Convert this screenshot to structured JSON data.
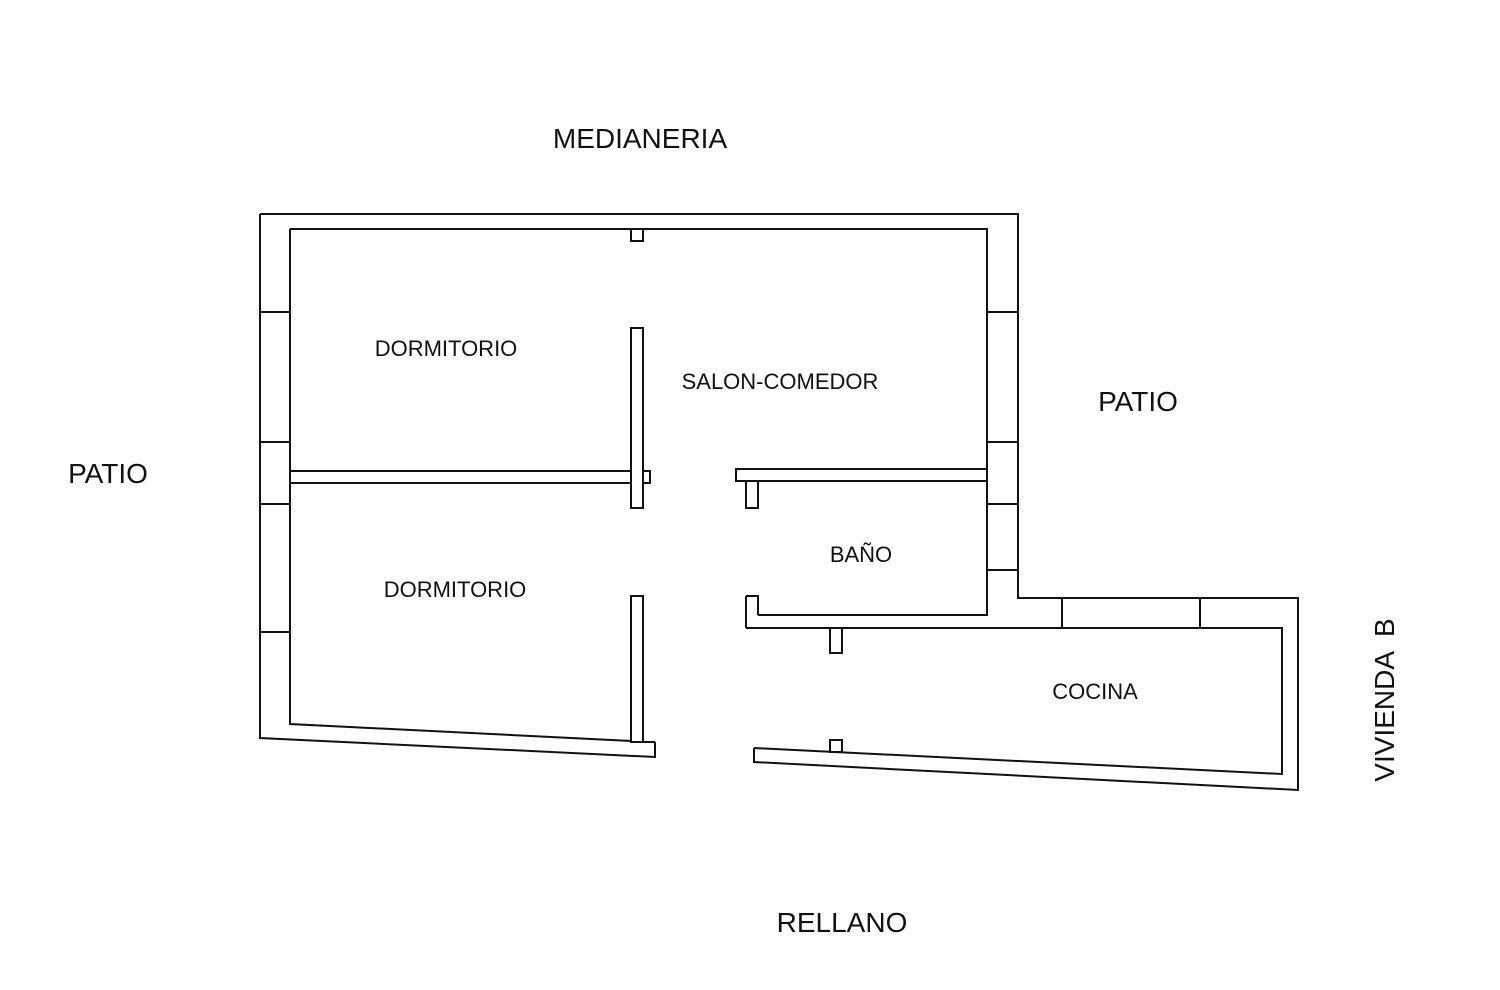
{
  "plan": {
    "outside": {
      "top": "MEDIANERIA",
      "left": "PATIO",
      "right": "PATIO",
      "bottom": "RELLANO",
      "right_vertical": "VIVIENDA  B"
    },
    "rooms": {
      "bedroom_top": "DORMITORIO",
      "bedroom_bottom": "DORMITORIO",
      "living_dining": "SALON-COMEDOR",
      "bathroom": "BAÑO",
      "kitchen": "COCINA"
    },
    "colors": {
      "line": "#111111",
      "background": "#ffffff"
    }
  }
}
